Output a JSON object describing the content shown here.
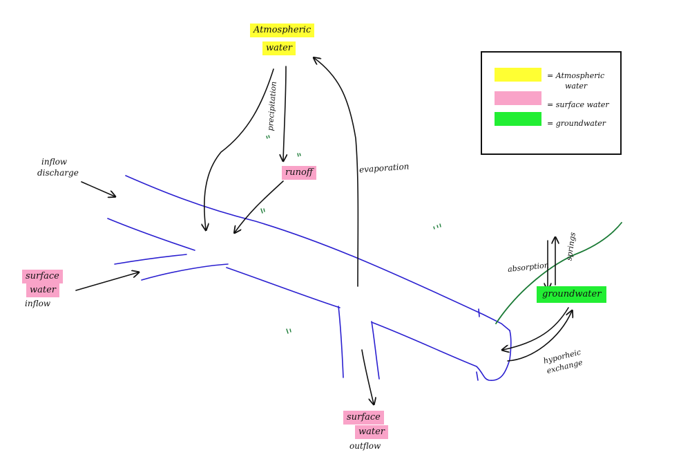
{
  "colors": {
    "atmospheric": "#ffff33",
    "surface": "#f9a3c8",
    "groundwater": "#22ee33",
    "river": "#2a1fd0",
    "groundline": "#1a7a35",
    "arrow": "#111111"
  },
  "nodes": {
    "atmospheric_line1": "Atmospheric",
    "atmospheric_line2": "water",
    "runoff": "runoff",
    "surface_inflow_line1": "surface",
    "surface_inflow_line2": "water",
    "surface_inflow_line3": "inflow",
    "surface_outflow_line1": "surface",
    "surface_outflow_line2": "water",
    "surface_outflow_line3": "outflow",
    "groundwater": "groundwater"
  },
  "labels": {
    "inflow_line1": "inflow",
    "inflow_line2": "discharge",
    "precipitation": "precipitation",
    "evaporation": "evaporation",
    "absorption": "absorption",
    "springs": "springs",
    "hyporheic_line1": "hyporheic",
    "hyporheic_line2": "exchange"
  },
  "legend": {
    "atmospheric_line1": "= Atmospheric",
    "atmospheric_line2": "water",
    "surface": "= surface water",
    "groundwater": "= groundwater"
  }
}
